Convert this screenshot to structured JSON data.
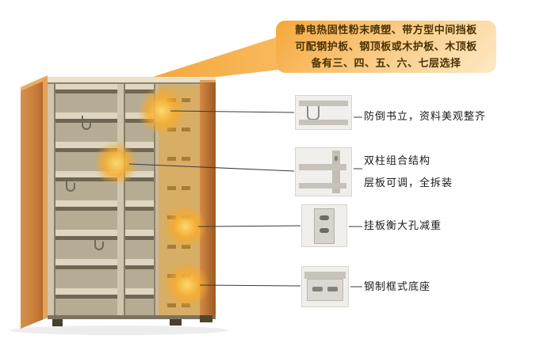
{
  "callout": {
    "lines": [
      "静电热固性粉末喷塑、带方型中间挡板",
      "可配钢护板、钢顶板或木护板、木顶板",
      "备有三、四、五、六、七层选择"
    ]
  },
  "features": [
    {
      "id": "book-stand",
      "label": "防倒书立，资料美观整齐"
    },
    {
      "id": "double-column",
      "label": "双柱组合结构",
      "label2": "层板可调，全拆装"
    },
    {
      "id": "hang-plate",
      "label": "挂板衡大孔减重"
    },
    {
      "id": "base-frame",
      "label": "钢制框式底座"
    }
  ],
  "colors": {
    "callout_bg_start": "#f6a73a",
    "callout_bg_end": "#fdeac6",
    "highlight": "#f8ab2a",
    "wood": "#c97c38",
    "shelf_steel": "#cfc6ad",
    "connector_line": "#3a3a3a"
  }
}
